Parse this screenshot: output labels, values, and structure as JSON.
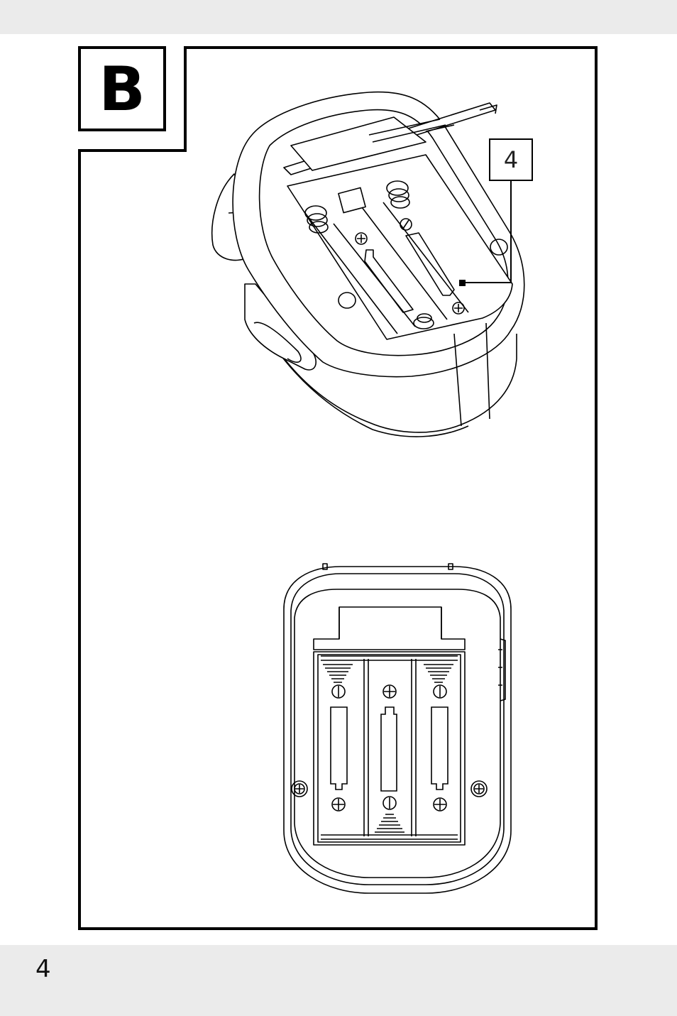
{
  "section": {
    "letter": "B"
  },
  "callout": {
    "label": "4"
  },
  "footer": {
    "page_number": "4"
  },
  "icons": [
    "battery-compartment-open-view",
    "battery-compartment-top-view",
    "plus-terminal-icon",
    "minus-terminal-icon",
    "screw-icon"
  ]
}
